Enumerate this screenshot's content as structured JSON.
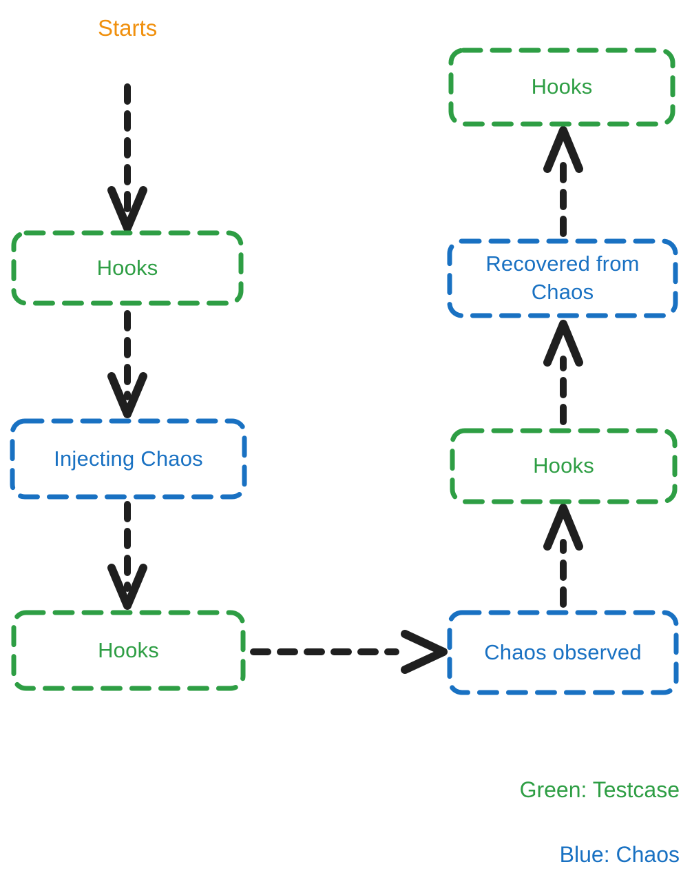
{
  "flow": {
    "start_label": "Starts",
    "nodes": [
      {
        "id": "hooks-top-left",
        "label": "Hooks",
        "type": "testcase"
      },
      {
        "id": "injecting-chaos",
        "label": "Injecting Chaos",
        "type": "chaos"
      },
      {
        "id": "hooks-bottom-left",
        "label": "Hooks",
        "type": "testcase"
      },
      {
        "id": "chaos-observed",
        "label": "Chaos observed",
        "type": "chaos"
      },
      {
        "id": "hooks-mid-right",
        "label": "Hooks",
        "type": "testcase"
      },
      {
        "id": "recovered-from-chaos",
        "label": "Recovered from Chaos",
        "type": "chaos"
      },
      {
        "id": "hooks-top-right",
        "label": "Hooks",
        "type": "testcase"
      }
    ],
    "edges": [
      {
        "from": "Starts",
        "to": "Hooks (top left)",
        "direction": "down"
      },
      {
        "from": "Hooks (top left)",
        "to": "Injecting Chaos",
        "direction": "down"
      },
      {
        "from": "Injecting Chaos",
        "to": "Hooks (bottom left)",
        "direction": "down"
      },
      {
        "from": "Hooks (bottom left)",
        "to": "Chaos observed",
        "direction": "right"
      },
      {
        "from": "Chaos observed",
        "to": "Hooks (mid right)",
        "direction": "up"
      },
      {
        "from": "Hooks (mid right)",
        "to": "Recovered from Chaos",
        "direction": "up"
      },
      {
        "from": "Recovered from Chaos",
        "to": "Hooks (top right)",
        "direction": "up"
      }
    ],
    "legend": [
      {
        "label": "Green: Testcase",
        "color": "#2e9e44"
      },
      {
        "label": "Blue: Chaos",
        "color": "#1971c2"
      }
    ],
    "colors": {
      "testcase_green": "#2e9e44",
      "chaos_blue": "#1971c2",
      "start_orange": "#f0900e",
      "arrow_black": "#1f1f1f",
      "background": "#ffffff"
    }
  }
}
